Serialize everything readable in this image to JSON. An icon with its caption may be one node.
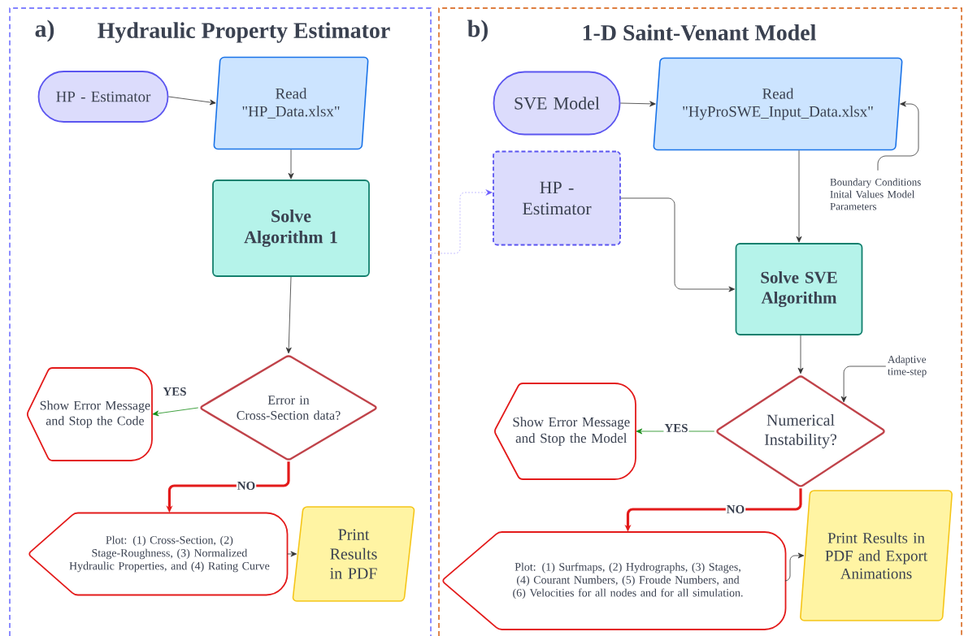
{
  "diagram": {
    "nodes": [
      {
        "text": [
          "a)",
          "Hydraulic Property Estimator"
        ]
      },
      {
        "text": [
          "b)",
          "1-D Saint-Venant Model"
        ]
      },
      {
        "text": [
          "HP - Estimator"
        ],
        "in": 0
      },
      {
        "text": [
          "Read \"HP_Data.xlsx\""
        ],
        "in": 0
      },
      {
        "text": [
          "Solve Algorithm 1"
        ],
        "in": 0
      },
      {
        "text": [
          "Error in Cross-Section data?"
        ],
        "in": 0
      },
      {
        "text": [
          "Show Error Message and Stop the Code"
        ],
        "in": 0
      },
      {
        "text": [
          "Plot: (1) Cross-Section, (2) Stage-Roughness, (3) Normalized Hydraulic Properties, and (4) Rating Curve"
        ],
        "in": 0
      },
      {
        "text": [
          "Print Results in PDF"
        ],
        "in": 0
      },
      {
        "text": [
          "SVE Model"
        ],
        "in": 1
      },
      {
        "text": [
          "Read \"HyProSWE_Input_Data.xlsx\""
        ],
        "in": 1
      },
      {
        "text": [
          "HP - Estimator"
        ],
        "in": 1
      },
      {
        "text": [
          "Solve SVE Algorithm"
        ],
        "in": 1
      },
      {
        "text": [
          "Boundary Conditions Inital Values Model Parameters"
        ],
        "in": 1
      },
      {
        "text": [
          "Numerical Instability?"
        ],
        "in": 1
      },
      {
        "text": [
          "Adaptive time-step"
        ],
        "in": 1
      },
      {
        "text": [
          "Show Error Message and Stop the Model"
        ],
        "in": 1
      },
      {
        "text": [
          "Plot: (1) Surfmaps, (2) Hydrographs, (3) Stages, (4) Courant Numbers, (5) Froude Numbers, and (6) Velocities for all nodes and for all simulation."
        ],
        "in": 1
      },
      {
        "text": [
          "Print Results in PDF and Export Animations"
        ],
        "in": 1
      }
    ],
    "edges": [
      {
        "from": 2,
        "to": 3,
        "arrow": "to"
      },
      {
        "from": 3,
        "to": 4,
        "arrow": "to"
      },
      {
        "from": 4,
        "to": 5,
        "arrow": "to"
      },
      {
        "from": 5,
        "to": 6,
        "arrow": "to",
        "label": "YES",
        "color": "#138a13"
      },
      {
        "from": 5,
        "to": 7,
        "arrow": "to",
        "label": "NO",
        "style": "thick",
        "color": "#e31a1a"
      },
      {
        "from": 7,
        "to": 8,
        "arrow": "to"
      },
      {
        "from": 9,
        "to": 10,
        "arrow": "to"
      },
      {
        "from": 13,
        "to": 10,
        "arrow": "to"
      },
      {
        "from": 10,
        "to": 12,
        "arrow": "to"
      },
      {
        "from": 11,
        "to": 12,
        "arrow": "to"
      },
      {
        "from": 0,
        "to": 11,
        "arrow": "to",
        "style": "dashed",
        "color": "#6a5cff"
      },
      {
        "from": 12,
        "to": 14,
        "arrow": "to"
      },
      {
        "from": 15,
        "to": 14,
        "arrow": "to"
      },
      {
        "from": 14,
        "to": 16,
        "arrow": "to",
        "label": "YES",
        "color": "#138a13"
      },
      {
        "from": 14,
        "to": 17,
        "arrow": "to",
        "label": "NO",
        "style": "thick",
        "color": "#e31a1a"
      },
      {
        "from": 17,
        "to": 18,
        "arrow": "to"
      }
    ]
  }
}
